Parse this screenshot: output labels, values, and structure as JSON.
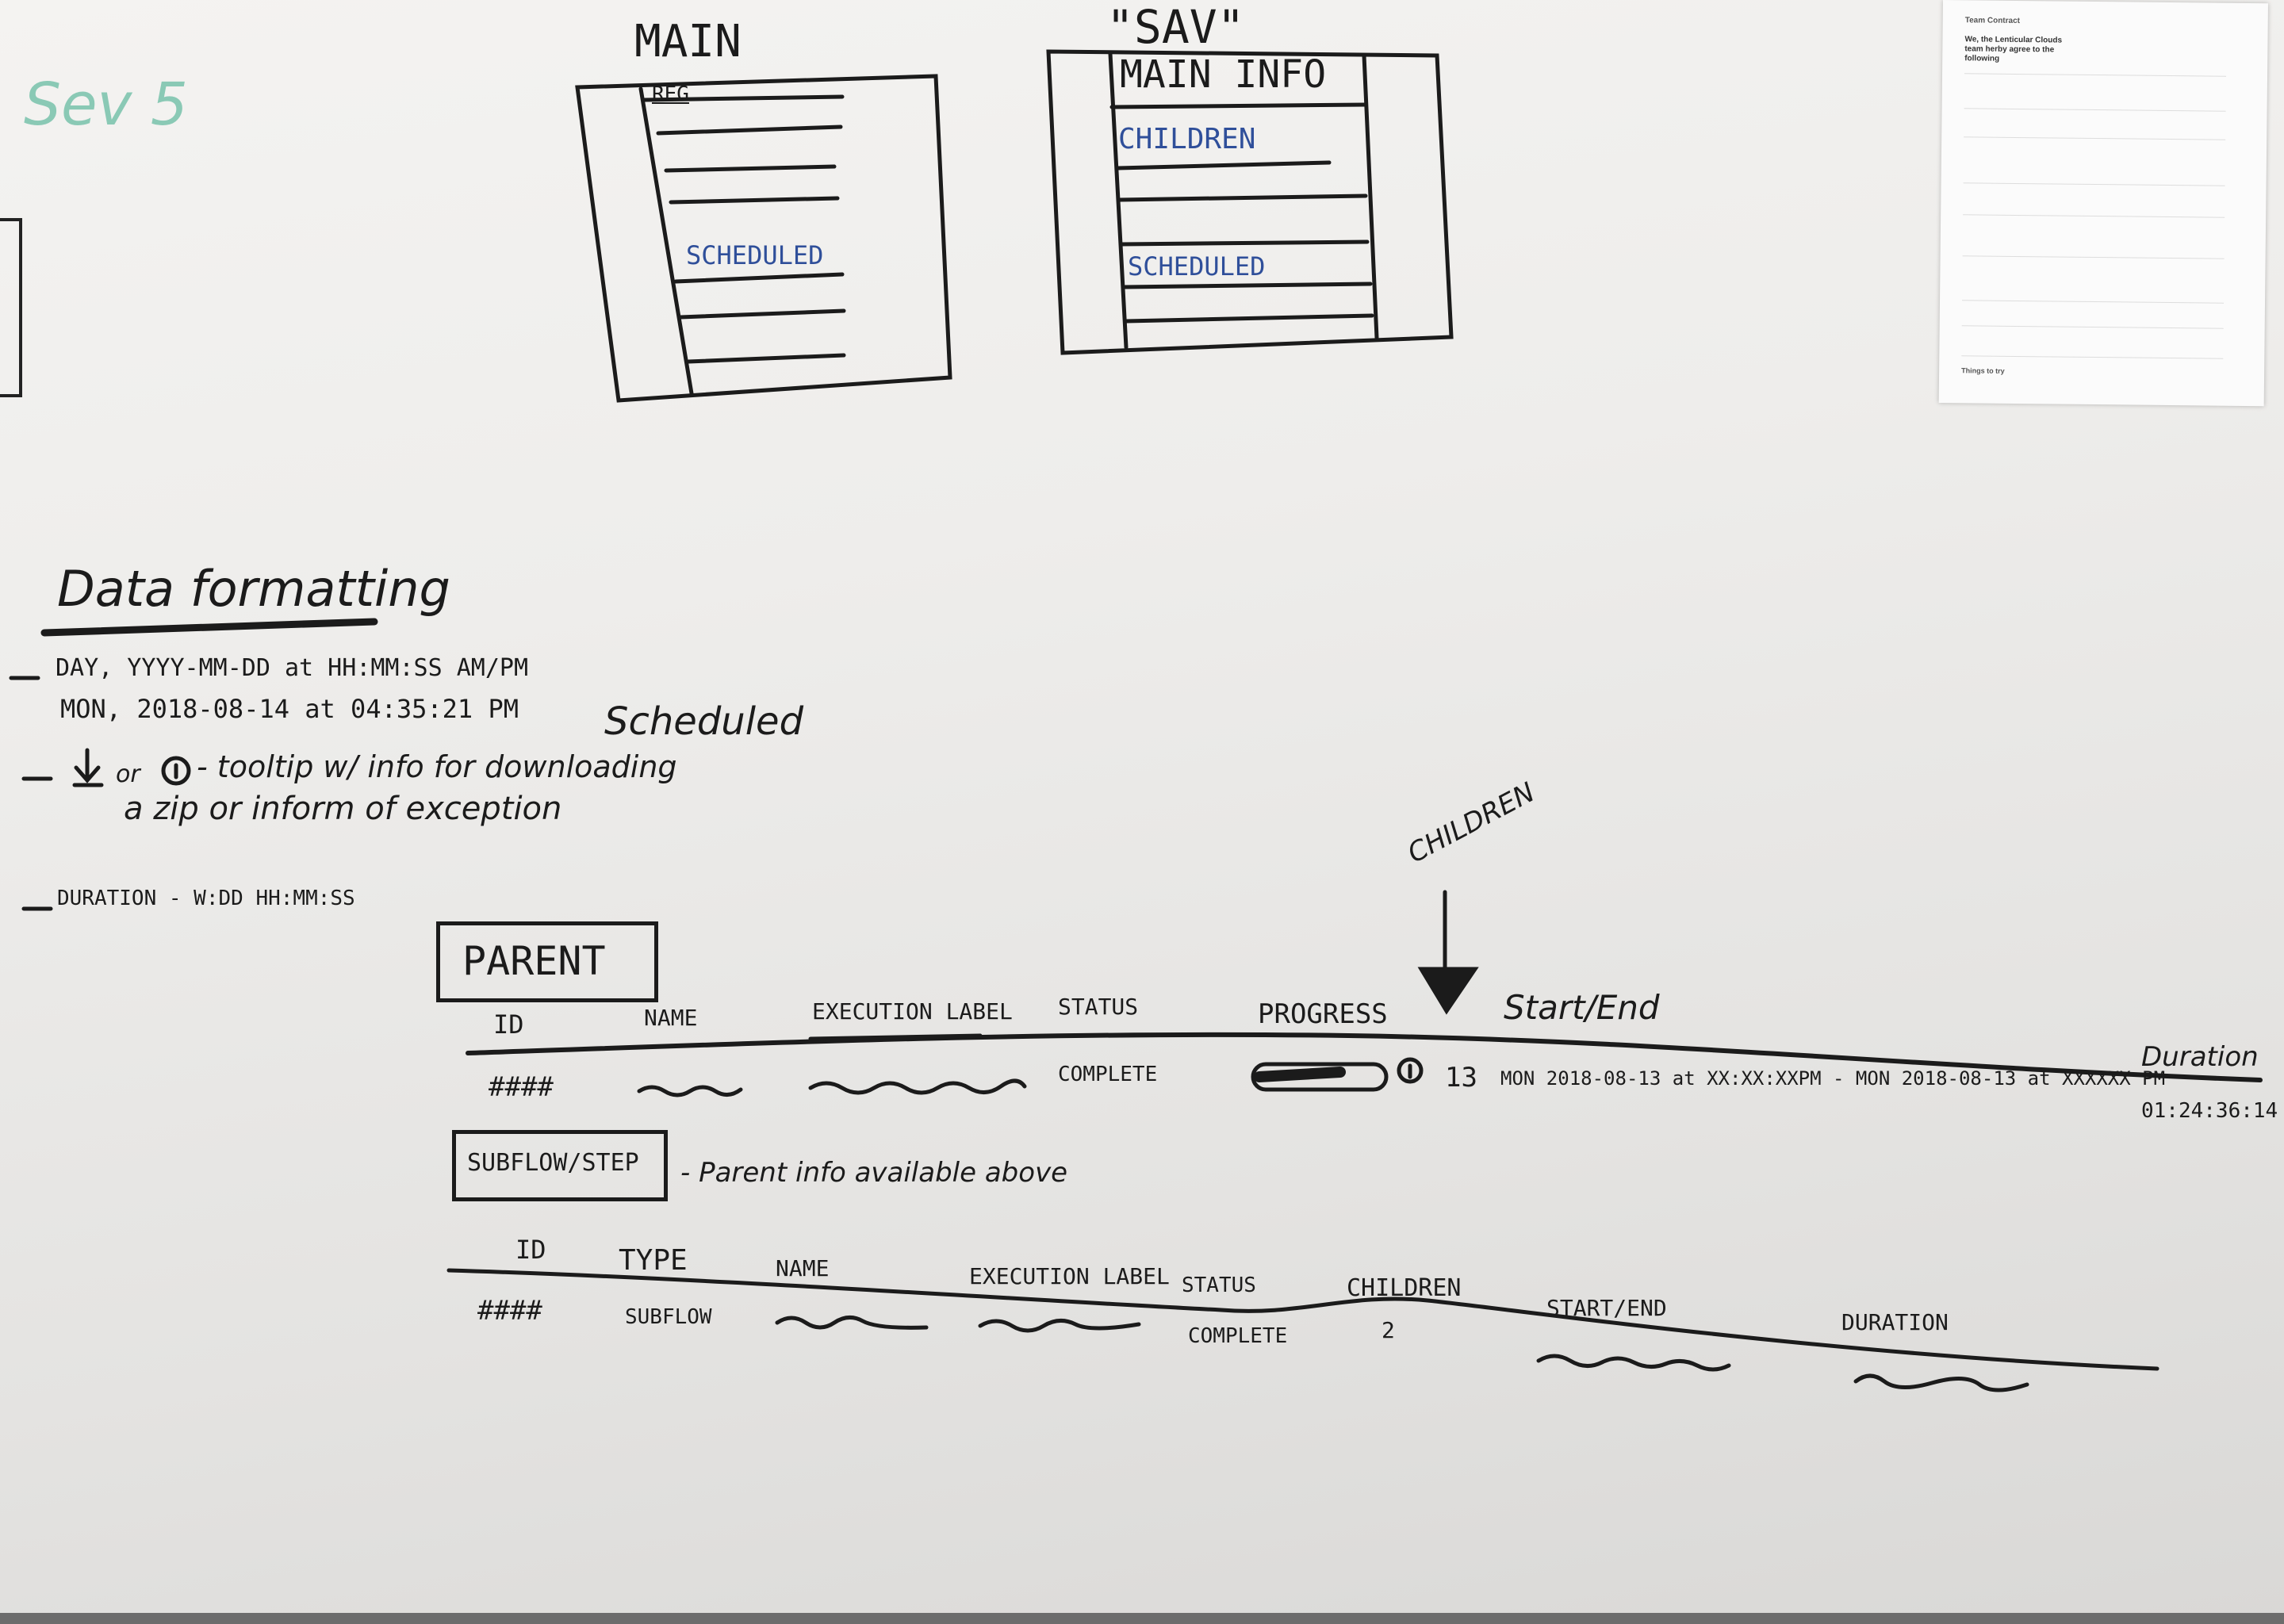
{
  "sev_label": "Sev 5",
  "wireframes": {
    "main": {
      "title": "MAIN",
      "reg": "REG",
      "scheduled": "SCHEDULED"
    },
    "sav": {
      "title": "\"SAV\"",
      "main_info": "MAIN INFO",
      "children": "CHILDREN",
      "scheduled": "SCHEDULED"
    }
  },
  "data_formatting": {
    "title": "Data formatting",
    "line1": "DAY, YYYY-MM-DD at HH:MM:SS AM/PM",
    "line2": "MON, 2018-08-14 at 04:35:21 PM",
    "scheduled_note": "Scheduled",
    "line3a": "or",
    "line3b": "- tooltip w/ info for downloading",
    "line3c": "a zip or inform of exception",
    "line4": "DURATION - W:DD HH:MM:SS"
  },
  "parent_table": {
    "label": "PARENT",
    "children_callout": "CHILDREN",
    "headers": [
      "ID",
      "NAME",
      "EXECUTION LABEL",
      "STATUS",
      "PROGRESS",
      "Start/End",
      "Duration"
    ],
    "row": {
      "id": "####",
      "status": "COMPLETE",
      "children_count": "13",
      "start_end": "MON 2018-08-13 at XX:XX:XXPM - MON 2018-08-13 at XXXXXX PM",
      "duration": "01:24:36:14"
    }
  },
  "subflow_table": {
    "label": "SUBFLOW/STEP",
    "note": "- Parent info available above",
    "headers": [
      "ID",
      "TYPE",
      "NAME",
      "EXECUTION LABEL",
      "STATUS",
      "CHILDREN",
      "START/END",
      "DURATION"
    ],
    "row": {
      "id": "####",
      "type": "SUBFLOW",
      "status": "COMPLETE",
      "children": "2"
    }
  },
  "paper_note": {
    "heading": "Team Contract",
    "intro": "We, the Lenticular Clouds team herby agree to the following",
    "footer": "Things to try"
  },
  "colors": {
    "marker_black": "#1b1b1b",
    "marker_blue": "#2f4f9a",
    "marker_teal": "#8ac9b5"
  }
}
